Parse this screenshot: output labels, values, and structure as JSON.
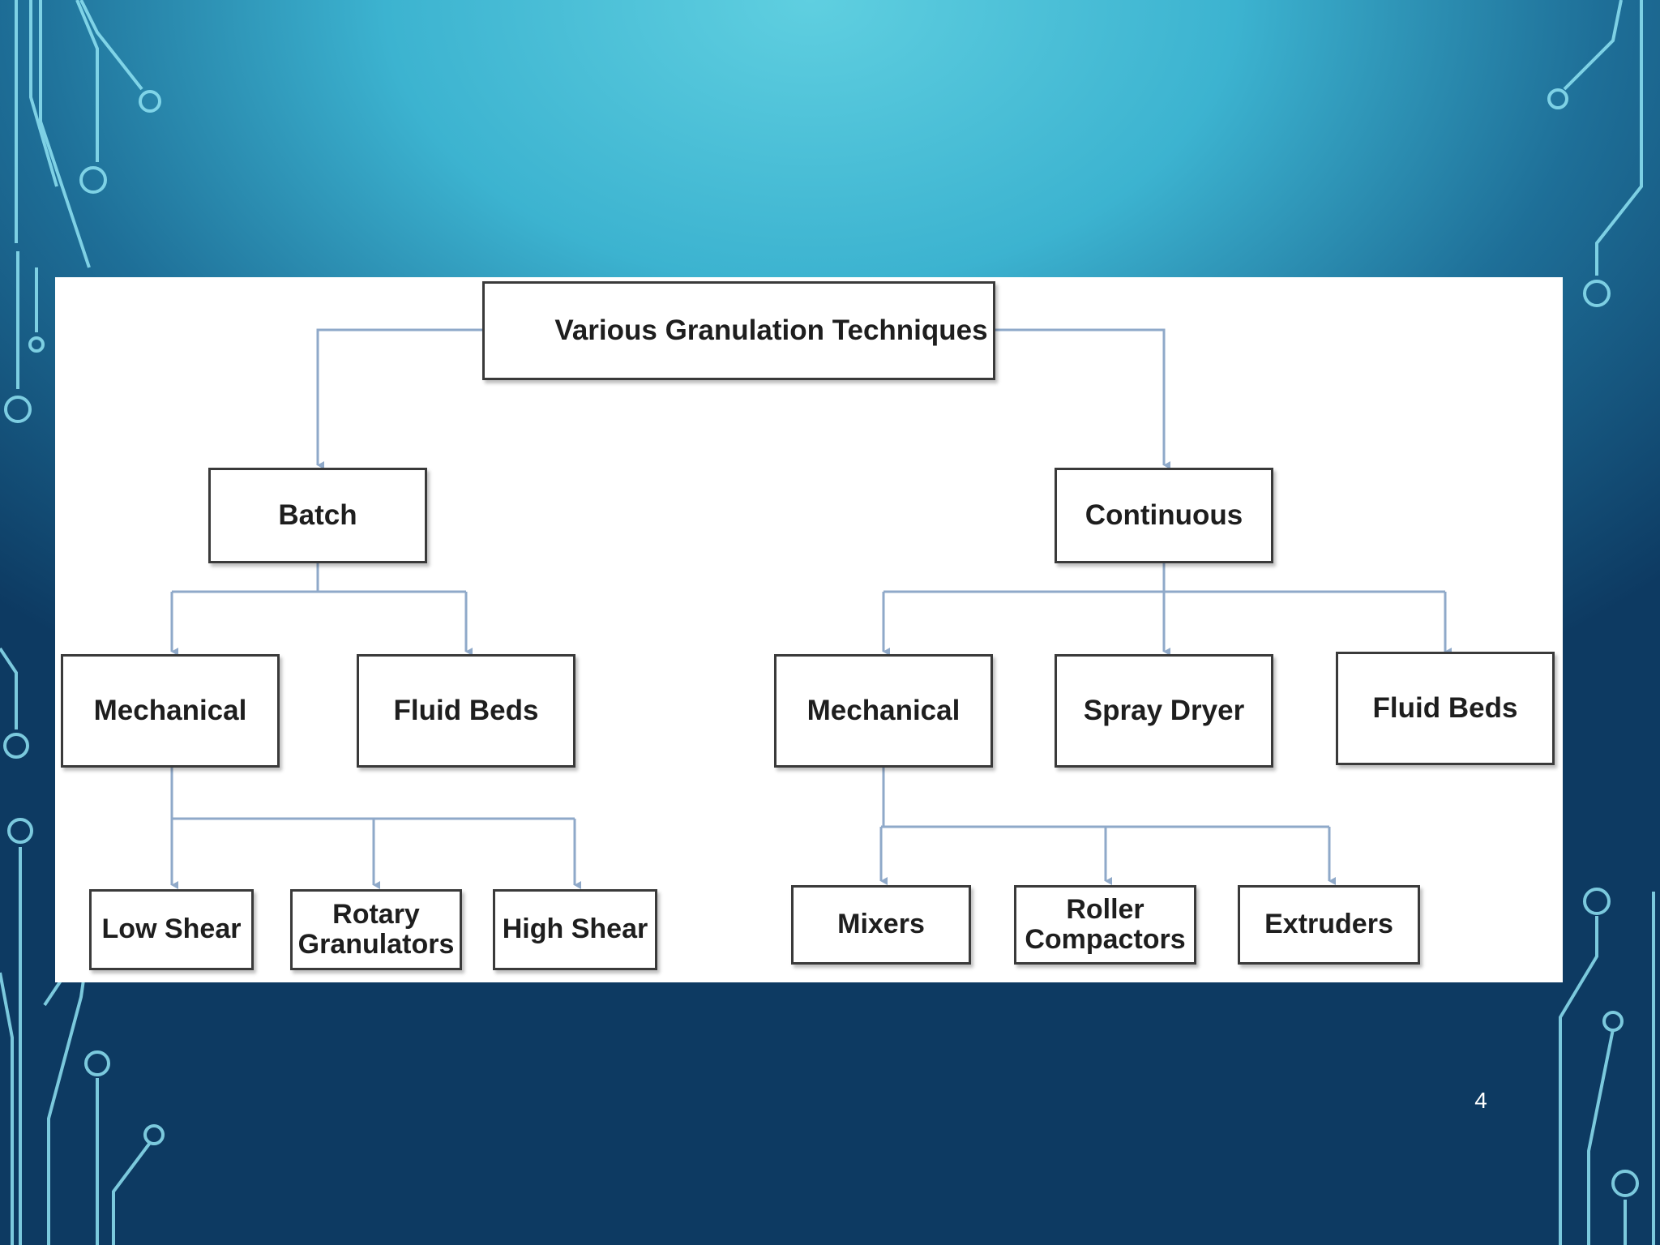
{
  "diagram": {
    "root": "Various Granulation Techniques",
    "batch": {
      "label": "Batch",
      "mechanical": "Mechanical",
      "fluid_beds": "Fluid Beds",
      "low_shear": "Low Shear",
      "rotary_granulators": "Rotary Granulators",
      "high_shear": "High Shear"
    },
    "continuous": {
      "label": "Continuous",
      "mechanical": "Mechanical",
      "spray_dryer": "Spray Dryer",
      "fluid_beds": "Fluid Beds",
      "mixers": "Mixers",
      "roller_compactors": "Roller Compactors",
      "extruders": "Extruders"
    }
  },
  "slide_number": "4",
  "colors": {
    "connector": "#8fa9c9",
    "border": "#3a3a3a",
    "circuit": "#7fdcf0"
  }
}
